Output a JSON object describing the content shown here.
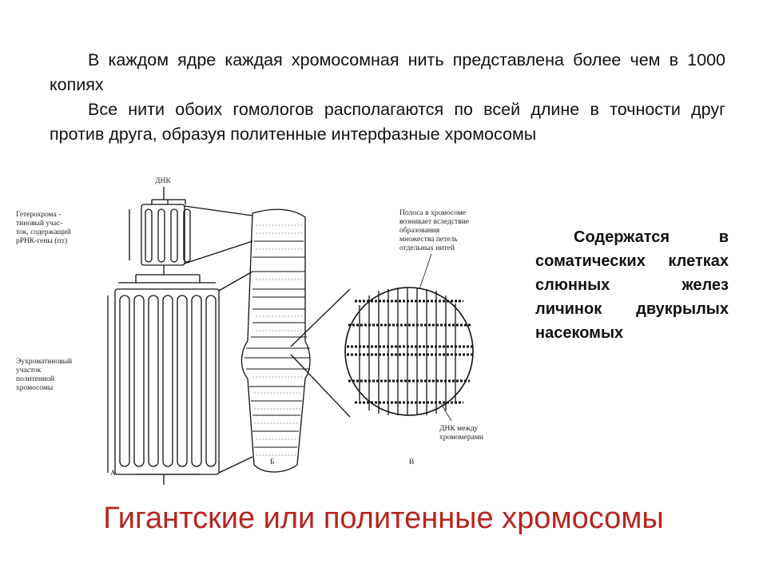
{
  "intro": {
    "paragraph1": "В каждом ядре каждая хромосомная нить представлена более чем в 1000 копиях",
    "paragraph2": "Все нити обоих гомологов располагаются по всей длине в точности друг против друга, образуя политенные интерфазные хромосомы"
  },
  "figure": {
    "dna_top_label": "ДНК",
    "heterochromatin_label": "Гетерохрома -\nтиновый учас-\nток, содержащий\nрРНК-гены (rrr)",
    "euchromatin_label": "Эухроматиновый\nучасток\nполитенной\nхромосомы",
    "band_label": "Полоса в хромосоме\nвозникает вследствие\nобразования\nмножества петель\nотдельных нитей",
    "dna_between_label": "ДНК между\nхромомерами",
    "panel_a": "А",
    "panel_b": "Б",
    "panel_c": "В"
  },
  "side_note": "Содержатся в соматических клетках слюнных желез личинок двукрылых насекомых",
  "title": "Гигантские или политенные хромосомы",
  "colors": {
    "title": "#b5261e",
    "text": "#111111"
  }
}
